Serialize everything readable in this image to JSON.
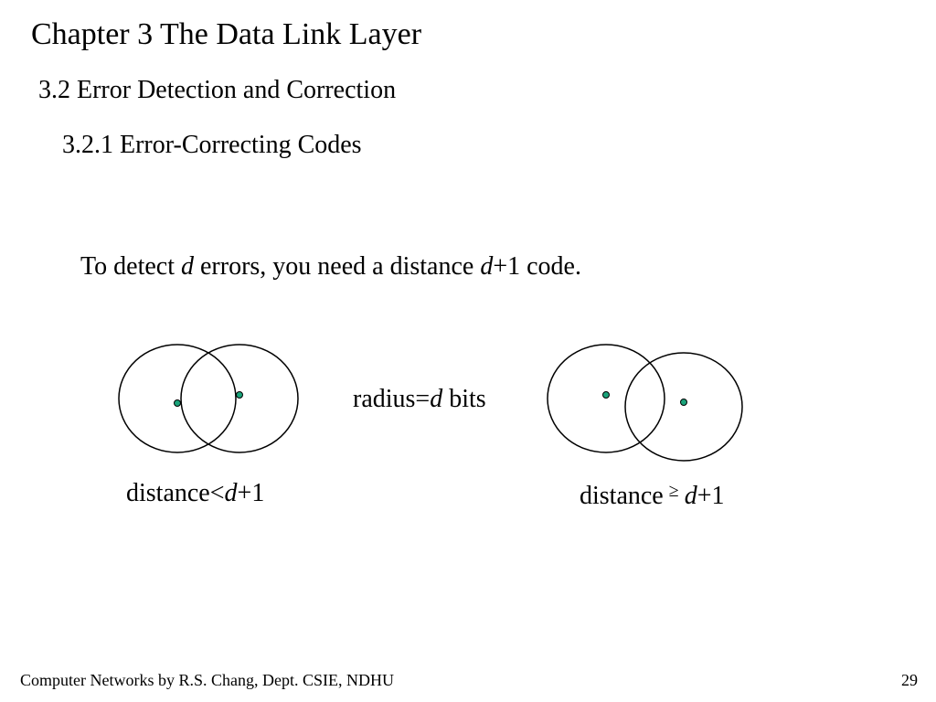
{
  "slide": {
    "title": "Chapter 3 The Data Link Layer",
    "section": "3.2 Error Detection and Correction",
    "subsection": "3.2.1 Error-Correcting Codes",
    "statement": {
      "part1": "To detect ",
      "var1": "d",
      "part2": " errors, you need a distance ",
      "var2": "d",
      "part3": "+1 code."
    }
  },
  "diagram": {
    "radius_label": {
      "prefix": "radius=",
      "var": "d",
      "suffix": " bits"
    },
    "left_label": {
      "prefix": "distance<",
      "var": "d",
      "suffix": "+1"
    },
    "right_label": {
      "prefix": "distance",
      "symbol": "≥",
      "var": "d",
      "suffix": "+1"
    },
    "colors": {
      "circle_stroke": "#000000",
      "point_fill": "#1aa37a",
      "point_stroke": "#000000"
    }
  },
  "footer": {
    "credit": "Computer Networks by R.S. Chang, Dept. CSIE, NDHU",
    "page_number": "29"
  }
}
